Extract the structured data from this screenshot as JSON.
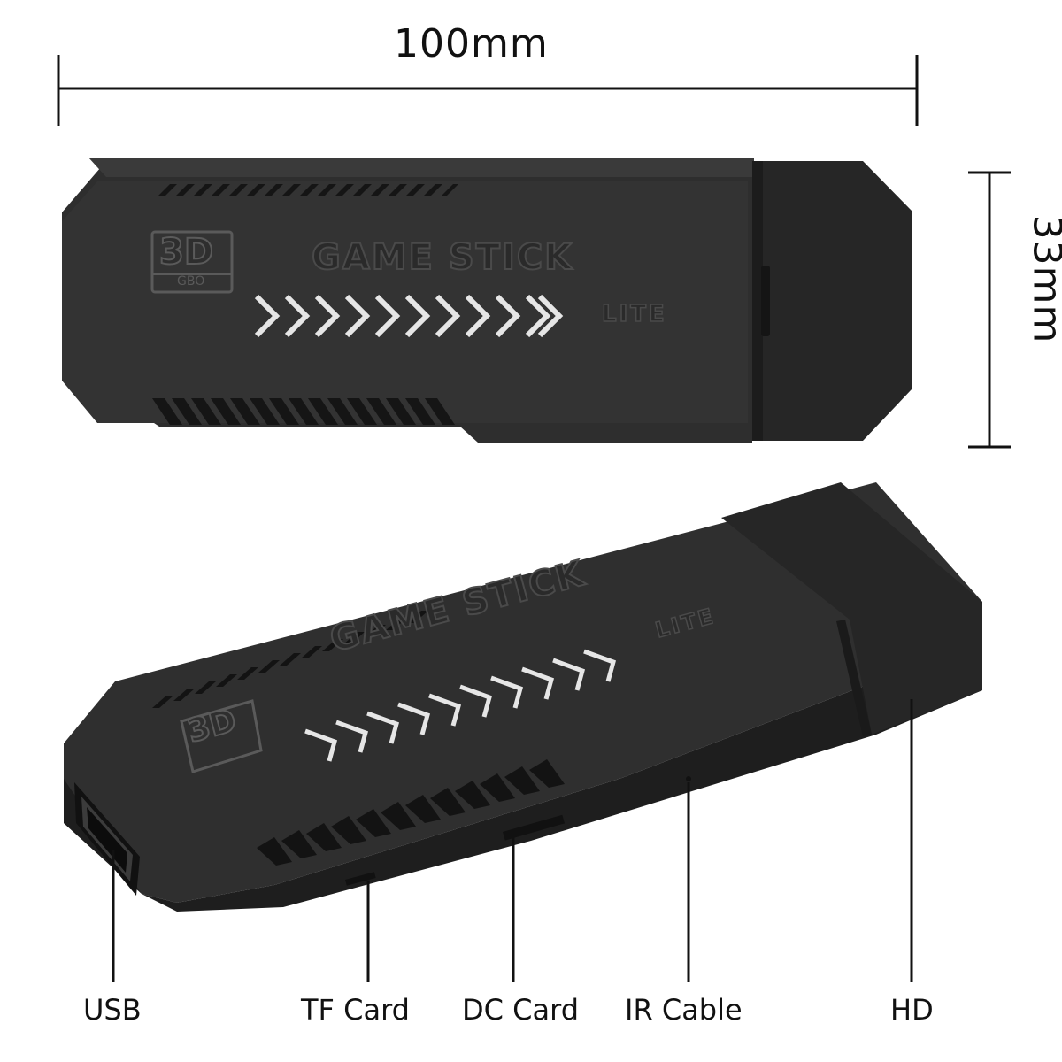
{
  "dimensions": {
    "width_label": "100mm",
    "height_label": "33mm"
  },
  "product": {
    "badge_main": "3D",
    "badge_sub": "GBO",
    "brand": "GAME STICK",
    "model": "LITE"
  },
  "ports": [
    {
      "label": "USB"
    },
    {
      "label": "TF Card"
    },
    {
      "label": "DC Card"
    },
    {
      "label": "IR Cable"
    },
    {
      "label": "HD"
    }
  ],
  "colors": {
    "body": "#2d2d2d",
    "body_dark": "#1f1f1f",
    "body_highlight": "#3a3a3a",
    "chevron": "#e8e8e8",
    "text": "#111111"
  }
}
